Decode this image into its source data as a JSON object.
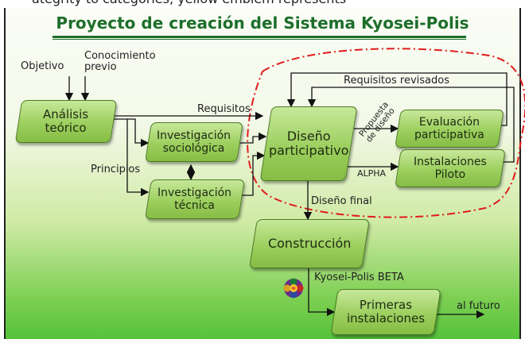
{
  "topcut_text": "ategrity to categories, yellow emblem represents",
  "title": "Proyecto de creación del Sistema Kyosei-Polis",
  "labels": {
    "objetivo": "Objetivo",
    "conocimiento": "Conocimiento\nprevio",
    "requisitos": "Requisitos",
    "requisitos_revisados": "Requisitos revisados",
    "propuesta": "Propuesta\nde diseño",
    "principios": "Principios",
    "alpha": "ALPHA",
    "diseno_final": "Diseño final",
    "beta": "Kyosei-Polis BETA",
    "futuro": "al futuro"
  },
  "nodes": {
    "analisis": "Análisis\nteórico",
    "inv_soc": "Investigación\nsociológica",
    "inv_tec": "Investigación\ntécnica",
    "diseno": "Diseño\nparticipativo",
    "evaluacion": "Evaluación\nparticipativa",
    "instalaciones": "Instalaciones\nPiloto",
    "construccion": "Construcción",
    "primeras": "Primeras\ninstalaciones"
  },
  "colors": {
    "title": "#1d6e2b",
    "dashed_region": "#e01b1b",
    "node_fill": "#9ccf5e"
  }
}
